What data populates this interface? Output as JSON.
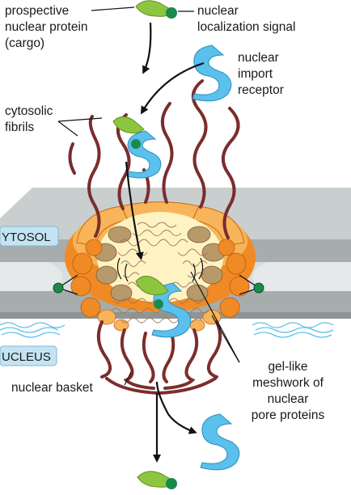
{
  "labels": {
    "cargo": [
      "prospective",
      "nuclear protein",
      "(cargo)"
    ],
    "nls": [
      "nuclear",
      "localization signal"
    ],
    "receptor": [
      "nuclear",
      "import",
      "receptor"
    ],
    "fibrils": [
      "cytosolic",
      "fibrils"
    ],
    "cytosol": "YTOSOL",
    "nucleus": "UCLEUS",
    "basket": "nuclear basket",
    "meshwork": [
      "gel-like",
      "meshwork of",
      "nuclear",
      "pore proteins"
    ]
  },
  "colors": {
    "cargo": "#8cc63f",
    "nls": "#1a8a4a",
    "receptor": "#5bc0eb",
    "fibril": "#7b2d2d",
    "membrane": "#a7adad",
    "membrane_top": "#c9cfcf",
    "ring_orange": "#f08a24",
    "ring_light": "#f8b45a",
    "ring_brown": "#b89a6a",
    "tab_bg": "#c5e4f3",
    "mesh": "#fff3c4"
  }
}
